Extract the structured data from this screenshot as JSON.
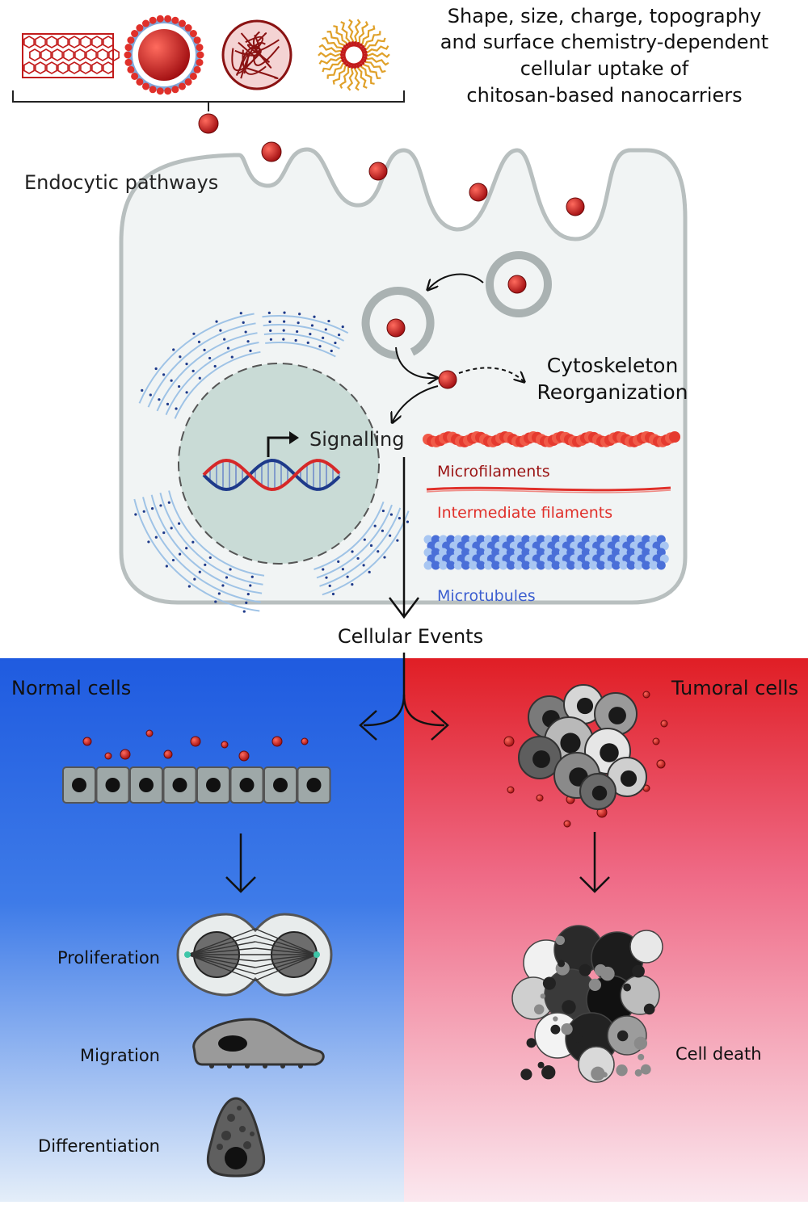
{
  "title_lines": [
    "Shape, size, charge, topography",
    "and surface chemistry-dependent",
    "cellular uptake of",
    "chitosan-based nanocarriers"
  ],
  "labels": {
    "endocytic": "Endocytic pathways",
    "cytoskeleton_1": "Cytoskeleton",
    "cytoskeleton_2": "Reorganization",
    "signalling": "Signalling",
    "microfilaments": "Microfilaments",
    "intermediate": "Intermediate filaments",
    "microtubules": "Microtubules",
    "cellular_events": "Cellular Events",
    "normal_cells": "Normal cells",
    "tumoral_cells": "Tumoral cells",
    "proliferation": "Proliferation",
    "migration": "Migration",
    "differentiation": "Differentiation",
    "cell_death": "Cell death"
  },
  "colors": {
    "nanoparticle": "#c81e1e",
    "microfilament": "#e53a2f",
    "intermediate": "#e0302a",
    "microtubule": "#4a6fd8",
    "normal_panel_top": "#1f5be0",
    "tumoral_panel_top": "#e01e25",
    "cell_fill": "#f1f4f4",
    "nucleus_fill": "#c9dbd6"
  }
}
